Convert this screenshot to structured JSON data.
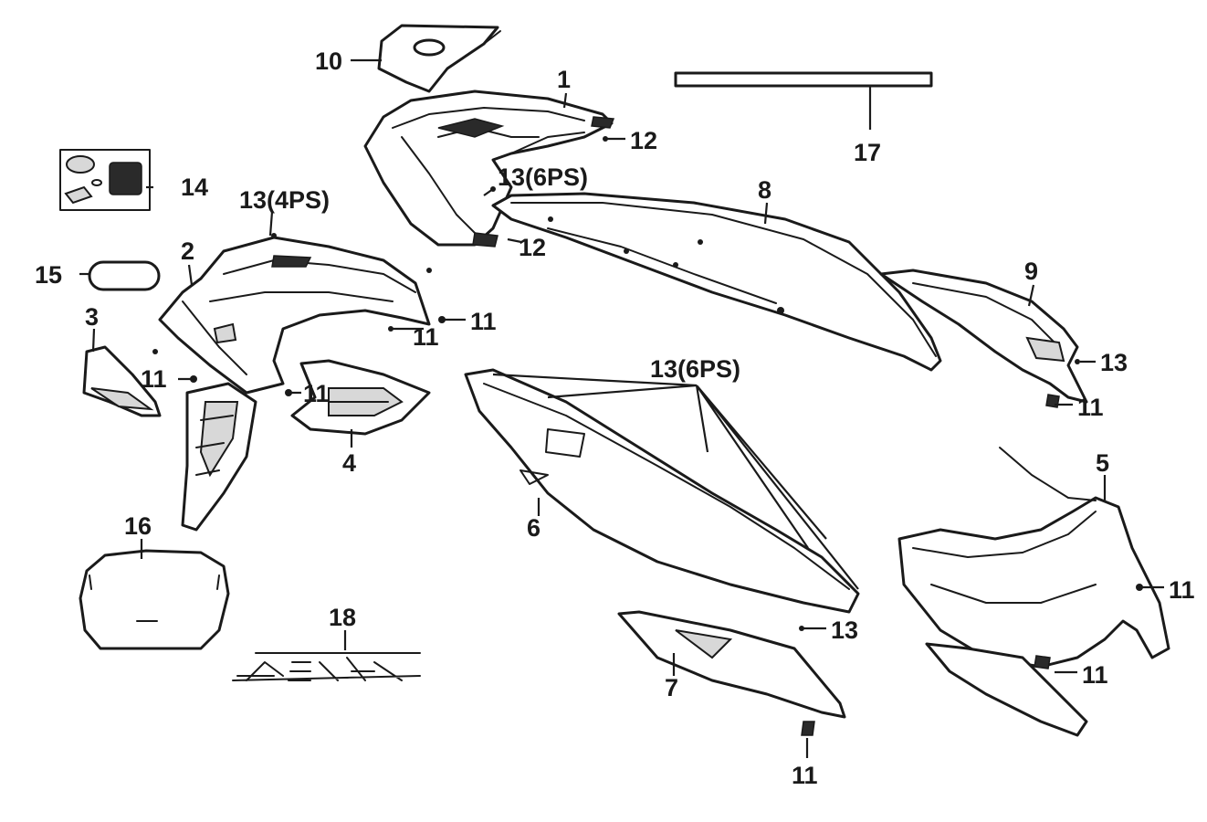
{
  "diagram": {
    "callouts": {
      "c1": "1",
      "c2": "2",
      "c3": "3",
      "c4": "4",
      "c5": "5",
      "c6": "6",
      "c7": "7",
      "c8": "8",
      "c9": "9",
      "c10": "10",
      "c11": "11",
      "c12": "12",
      "c13": "13",
      "c13_4ps": "13(4PS)",
      "c13_6ps": "13(6PS)",
      "c14": "14",
      "c15": "15",
      "c16": "16",
      "c17": "17",
      "c18": "18"
    }
  }
}
